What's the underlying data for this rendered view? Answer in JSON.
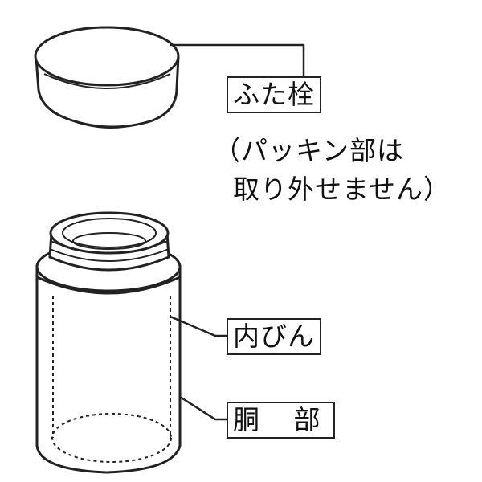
{
  "labels": {
    "lid_plug": "ふた栓",
    "packing_note_line1": "（パッキン部は",
    "packing_note_line2": "取り外せません）",
    "inner_bottle": "内びん",
    "body": "胴 部"
  },
  "icons": {
    "lid": "lid-plug-illustration",
    "bottle": "bottle-body-illustration"
  },
  "colors": {
    "line": "#222222",
    "background": "#ffffff"
  }
}
